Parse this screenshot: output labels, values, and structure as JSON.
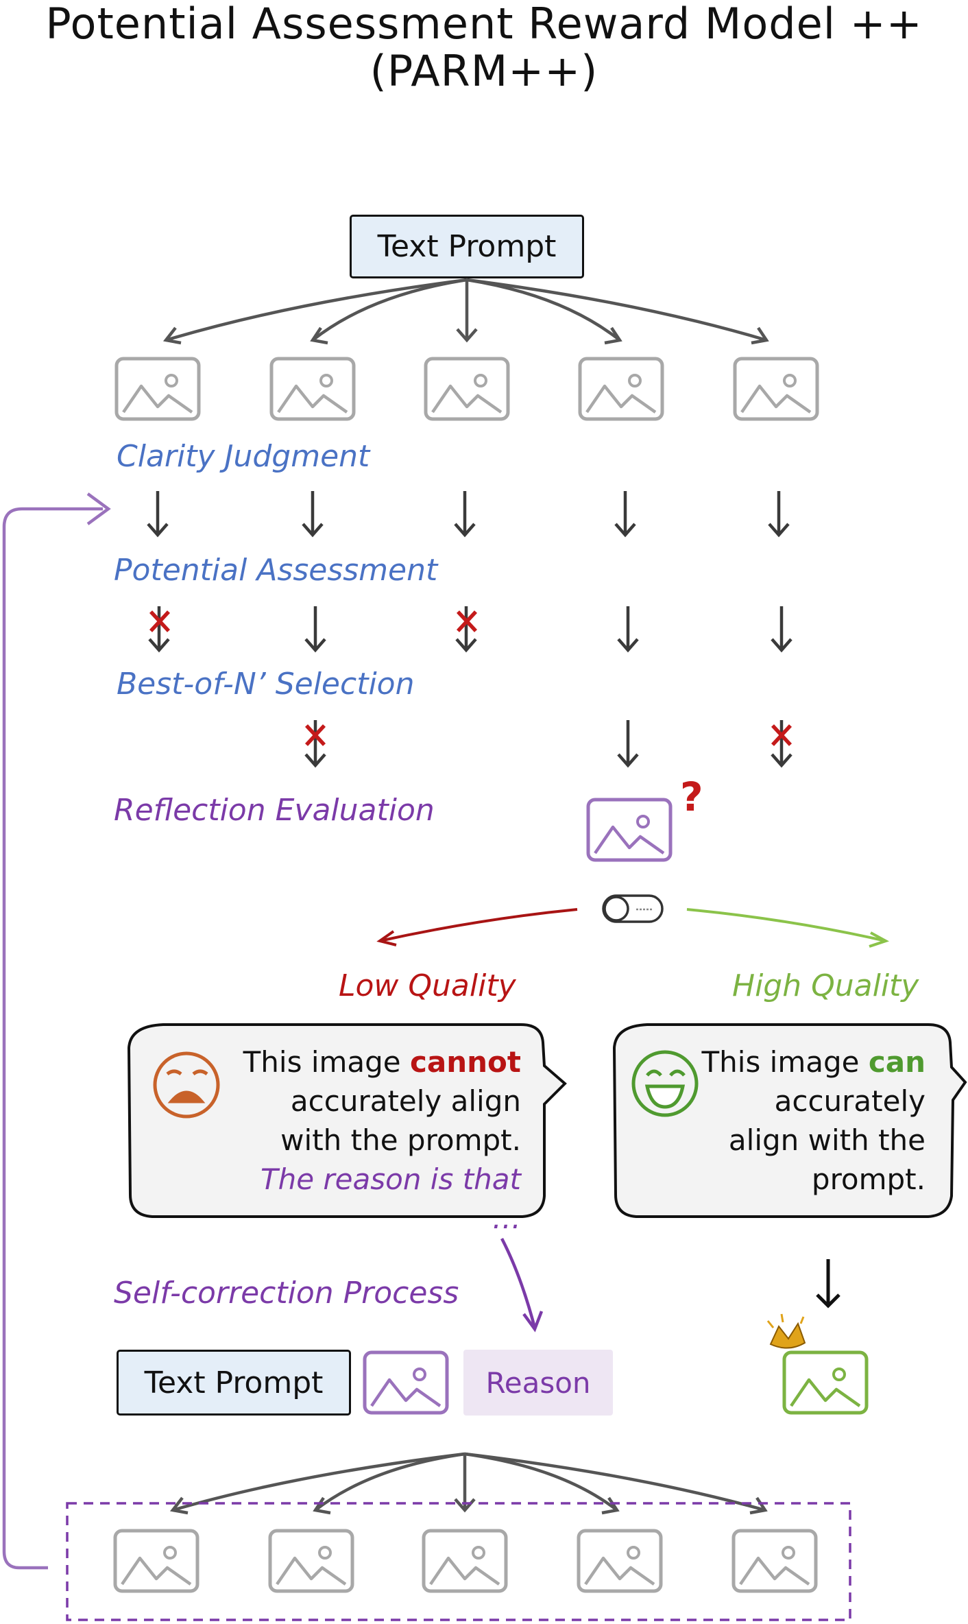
{
  "title": {
    "line1": "Potential Assessment Reward Model ++",
    "line2": "(PARM++)"
  },
  "prompt_box": "Text Prompt",
  "stages": {
    "clarity": "Clarity Judgment",
    "potential": "Potential Assessment",
    "best_of_n": "Best-of-N’ Selection",
    "reflection": "Reflection Evaluation",
    "self_correction": "Self-correction Process"
  },
  "reflection_mark": "?",
  "branches": {
    "low_label": "Low Quality",
    "high_label": "High Quality"
  },
  "low_bubble": {
    "part1": "This image ",
    "keyword": "cannot",
    "line2": "accurately align",
    "line3": "with the prompt.",
    "reason": "The reason is that …"
  },
  "high_bubble": {
    "part1": "This image ",
    "keyword": "can",
    "line2": "accurately",
    "line3": "align with the",
    "line4": "prompt."
  },
  "correction_inputs": {
    "prompt": "Text Prompt",
    "reason": "Reason"
  },
  "colors": {
    "stage_blue": "#4a72c4",
    "reflection_purple": "#7b3aa8",
    "low_red": "#b81414",
    "high_green": "#7cb342",
    "arrow_gray": "#555555",
    "placeholder_gray": "#a8a8a8",
    "prompt_fill": "#e4eef8"
  },
  "icons": [
    "image-placeholder-icon",
    "toggle-switch-icon",
    "sad-face-icon",
    "happy-face-icon",
    "reject-cross-icon",
    "crown-icon",
    "feedback-loop-arrow"
  ]
}
